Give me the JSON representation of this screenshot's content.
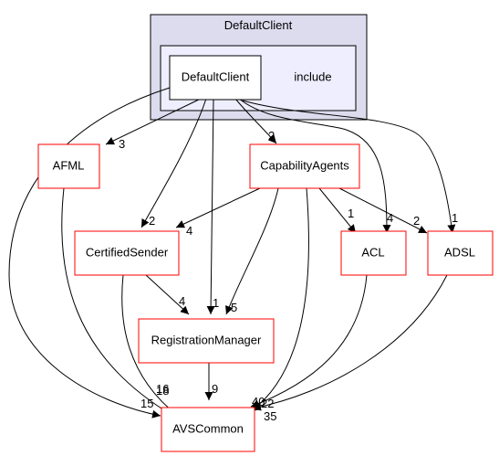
{
  "cluster": {
    "label": "DefaultClient"
  },
  "nodes": {
    "defaultclient": "DefaultClient",
    "include": "include",
    "afml": "AFML",
    "capabilityagents": "CapabilityAgents",
    "certifiedsender": "CertifiedSender",
    "acl": "ACL",
    "adsl": "ADSL",
    "registrationmanager": "RegistrationManager",
    "avscommon": "AVSCommon"
  },
  "edges": {
    "dc_afml": "3",
    "dc_cap": "2",
    "dc_cert": "2",
    "dc_reg": "1",
    "dc_acl": "4",
    "dc_adsl": "1",
    "dc_avs": "15",
    "afml_avs": "18",
    "cap_cert": "4",
    "cap_reg": "5",
    "cap_acl": "1",
    "cap_adsl": "2",
    "cap_avs": "40",
    "cert_reg": "4",
    "cert_avs": "16",
    "reg_avs": "9",
    "acl_avs": "22",
    "adsl_avs": "35"
  },
  "colors": {
    "cluster_outer_fill": "#dcdcee",
    "cluster_inner_fill": "#eeeeff",
    "node_border_red": "#ff0000",
    "edge": "#000000"
  }
}
